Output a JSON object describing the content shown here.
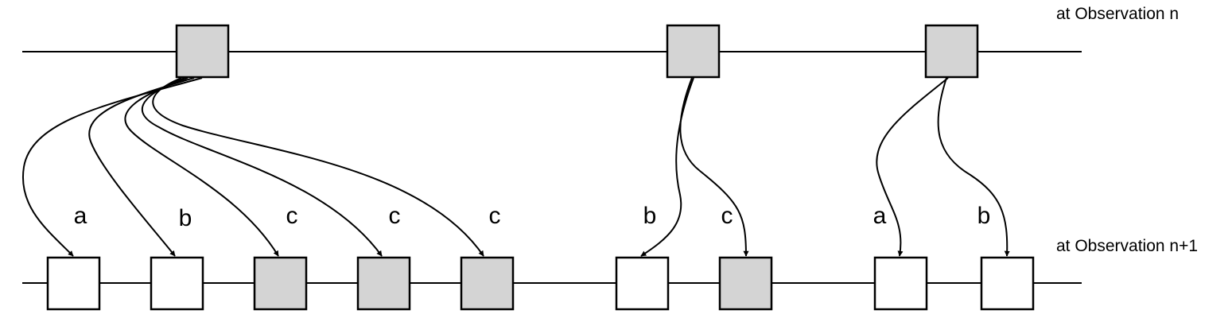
{
  "labels": {
    "top_row": "at Observation n",
    "bottom_row": "at Observation n+1"
  },
  "colors": {
    "shaded_fill": "#d4d4d4",
    "unshaded_fill": "#ffffff",
    "stroke": "#000000"
  },
  "top_nodes": [
    {
      "id": "t1",
      "shaded": true
    },
    {
      "id": "t2",
      "shaded": true
    },
    {
      "id": "t3",
      "shaded": true
    }
  ],
  "bottom_nodes": [
    {
      "id": "b1",
      "shaded": false
    },
    {
      "id": "b2",
      "shaded": false
    },
    {
      "id": "b3",
      "shaded": true
    },
    {
      "id": "b4",
      "shaded": true
    },
    {
      "id": "b5",
      "shaded": true
    },
    {
      "id": "b6",
      "shaded": false
    },
    {
      "id": "b7",
      "shaded": true
    },
    {
      "id": "b8",
      "shaded": false
    },
    {
      "id": "b9",
      "shaded": false
    }
  ],
  "edges": [
    {
      "from": "t1",
      "to": "b1",
      "label": "a"
    },
    {
      "from": "t1",
      "to": "b2",
      "label": "b"
    },
    {
      "from": "t1",
      "to": "b3",
      "label": "c"
    },
    {
      "from": "t1",
      "to": "b4",
      "label": "c"
    },
    {
      "from": "t1",
      "to": "b5",
      "label": "c"
    },
    {
      "from": "t2",
      "to": "b6",
      "label": "b"
    },
    {
      "from": "t2",
      "to": "b7",
      "label": "c"
    },
    {
      "from": "t3",
      "to": "b8",
      "label": "a"
    },
    {
      "from": "t3",
      "to": "b9",
      "label": "b"
    }
  ]
}
